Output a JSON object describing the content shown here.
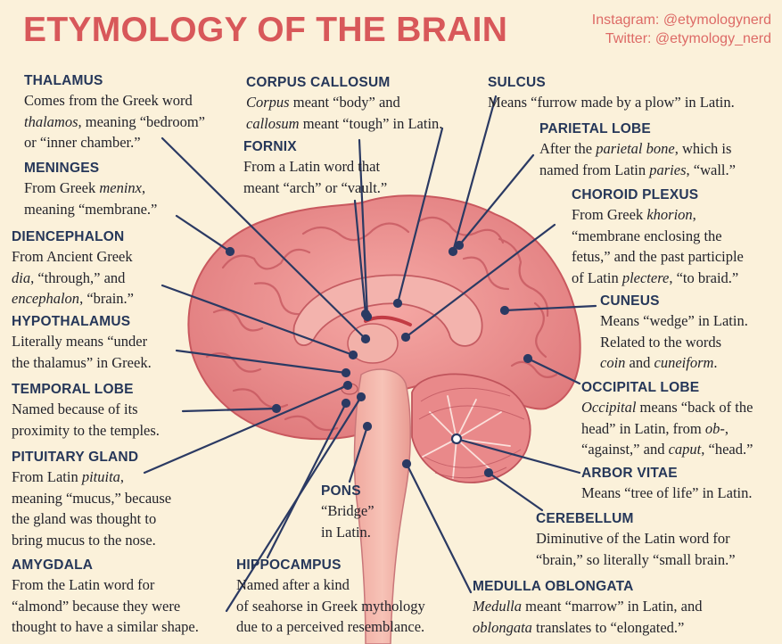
{
  "title": "ETYMOLOGY OF THE BRAIN",
  "social": {
    "instagram": "Instagram: @etymologynerd",
    "twitter": "Twitter: @etymology_nerd"
  },
  "colors": {
    "background": "#fbf1da",
    "title": "#d8585a",
    "heading": "#263759",
    "leader_line": "#2b3a63",
    "brain": "#ef8f8f"
  },
  "labels": [
    {
      "id": "thalamus",
      "heading": "THALAMUS",
      "lines": [
        "Comes from the Greek word",
        "<i>thalamos</i>, meaning “bedroom”",
        "or “inner chamber.”"
      ]
    },
    {
      "id": "meninges",
      "heading": "MENINGES",
      "lines": [
        "From Greek <i>meninx</i>,",
        "meaning “membrane.”"
      ]
    },
    {
      "id": "diencephalon",
      "heading": "DIENCEPHALON",
      "lines": [
        "From Ancient Greek",
        "<i>dia</i>, “through,” and",
        "<i>encephalon</i>, “brain.”"
      ]
    },
    {
      "id": "hypothalamus",
      "heading": "HYPOTHALAMUS",
      "lines": [
        "Literally means “under",
        "the thalamus” in Greek."
      ]
    },
    {
      "id": "temporal-lobe",
      "heading": "TEMPORAL LOBE",
      "lines": [
        "Named because of its",
        "proximity to the temples."
      ]
    },
    {
      "id": "pituitary-gland",
      "heading": "PITUITARY GLAND",
      "lines": [
        "From Latin <i>pituita</i>,",
        "meaning “mucus,” because",
        "the gland was thought to",
        "bring mucus to the nose."
      ]
    },
    {
      "id": "amygdala",
      "heading": "AMYGDALA",
      "lines": [
        "From the Latin word for",
        "“almond” because they were",
        "thought to have a similar shape."
      ]
    },
    {
      "id": "corpus-callosum",
      "heading": "CORPUS CALLOSUM",
      "lines": [
        "<i>Corpus</i> meant “body” and",
        "<i>callosum</i> meant “tough” in Latin."
      ]
    },
    {
      "id": "fornix",
      "heading": "FORNIX",
      "lines": [
        "From a Latin word that",
        "meant “arch” or “vault.”"
      ]
    },
    {
      "id": "pons",
      "heading": "PONS",
      "lines": [
        "“Bridge”",
        "in Latin."
      ]
    },
    {
      "id": "hippocampus",
      "heading": "HIPPOCAMPUS",
      "lines": [
        "Named after a kind",
        "of seahorse in Greek mythology",
        "due to a perceived resemblance."
      ]
    },
    {
      "id": "sulcus",
      "heading": "SULCUS",
      "lines": [
        "Means “furrow made by a plow” in Latin."
      ]
    },
    {
      "id": "parietal-lobe",
      "heading": "PARIETAL LOBE",
      "lines": [
        "After the <i>parietal bone</i>, which is",
        "named from Latin <i>paries</i>, “wall.”"
      ]
    },
    {
      "id": "choroid-plexus",
      "heading": "CHOROID PLEXUS",
      "lines": [
        "From Greek <i>khorion</i>,",
        "“membrane enclosing the",
        "fetus,” and the past participle",
        "of Latin <i>plectere</i>, “to braid.”"
      ]
    },
    {
      "id": "cuneus",
      "heading": "CUNEUS",
      "lines": [
        "Means “wedge” in Latin.",
        "Related to the words",
        "<i>coin</i> and <i>cuneiform</i>."
      ]
    },
    {
      "id": "occipital-lobe",
      "heading": "OCCIPITAL LOBE",
      "lines": [
        "<i>Occipital</i> means “back of the",
        "head” in Latin, from <i>ob</i>-,",
        "“against,” and <i>caput</i>, “head.”"
      ]
    },
    {
      "id": "arbor-vitae",
      "heading": "ARBOR VITAE",
      "lines": [
        "Means “tree of life” in Latin."
      ]
    },
    {
      "id": "cerebellum",
      "heading": "CEREBELLUM",
      "lines": [
        "Diminutive of the Latin word for",
        "“brain,” so literally “small brain.”"
      ]
    },
    {
      "id": "medulla-oblongata",
      "heading": "MEDULLA OBLONGATA",
      "lines": [
        "<i>Medulla</i> meant “marrow” in Latin, and",
        "<i>oblongata</i> translates to “elongated.”"
      ]
    }
  ]
}
